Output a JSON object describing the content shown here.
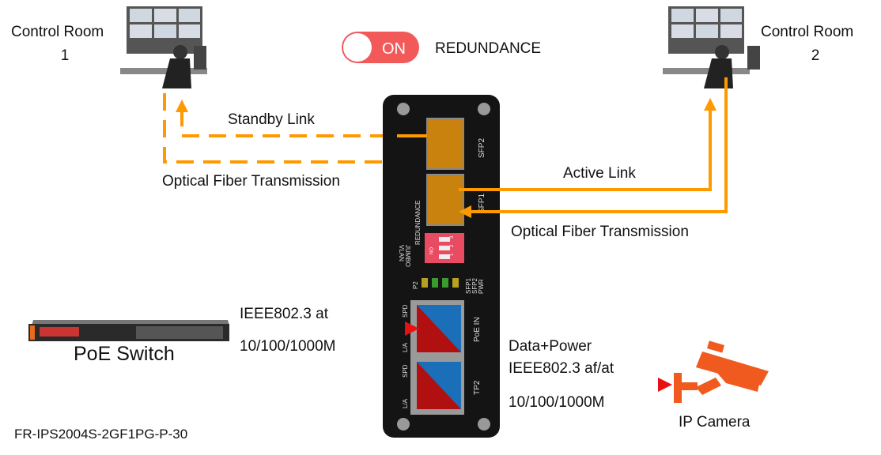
{
  "control_room_1": {
    "line1": "Control Room",
    "line2": "1"
  },
  "control_room_2": {
    "line1": "Control Room",
    "line2": "2"
  },
  "toggle": {
    "state": "ON",
    "label": "REDUNDANCE",
    "color": "#f25a5a"
  },
  "links": {
    "standby": "Standby Link",
    "optical_left": "Optical Fiber Transmission",
    "active": "Active Link",
    "optical_right": "Optical Fiber Transmission",
    "color": "#ff9900"
  },
  "device": {
    "sfp2": "SFP2",
    "sfp1": "SFP1",
    "redundance": "REDUNDANCE",
    "jumbo": "JUMBO",
    "vlan": "VLAN",
    "dip_on": "ON",
    "dip_nums": [
      "1",
      "2",
      "3"
    ],
    "led_p2": "P2",
    "led_labels": [
      "SFP1",
      "SFP2",
      "PWR"
    ],
    "spd": "SPD",
    "la": "L/A",
    "poe_in": "PoE IN",
    "tp2": "TP2"
  },
  "poe_switch": {
    "label": "PoE Switch",
    "std": "IEEE802.3 at",
    "speed": "10/100/1000M"
  },
  "output": {
    "line1": "Data+Power",
    "line2": "IEEE802.3 af/at",
    "speed": "10/100/1000M"
  },
  "camera": {
    "label": "IP Camera",
    "color": "#f05a1e"
  },
  "model": "FR-IPS2004S-2GF1PG-P-30"
}
